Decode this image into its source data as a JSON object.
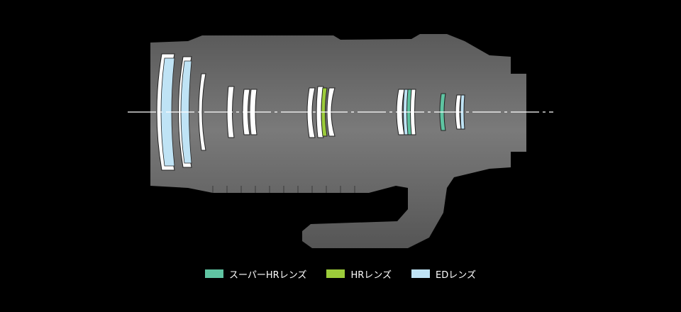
{
  "colors": {
    "background": "#000000",
    "body": "#6b6b6b",
    "body_dark": "#4e4e4e",
    "axis": "#ffffff",
    "lens_white": "#ffffff",
    "super_hr": "#5fc4a2",
    "hr": "#9ccc3a",
    "ed": "#bfe3f5"
  },
  "legend": [
    {
      "label": "スーパーHRレンズ",
      "color": "#5fc4a2",
      "swatch_icon": "super-hr-swatch"
    },
    {
      "label": "HRレンズ",
      "color": "#9ccc3a",
      "swatch_icon": "hr-swatch"
    },
    {
      "label": "EDレンズ",
      "color": "#bfe3f5",
      "swatch_icon": "ed-swatch"
    }
  ]
}
